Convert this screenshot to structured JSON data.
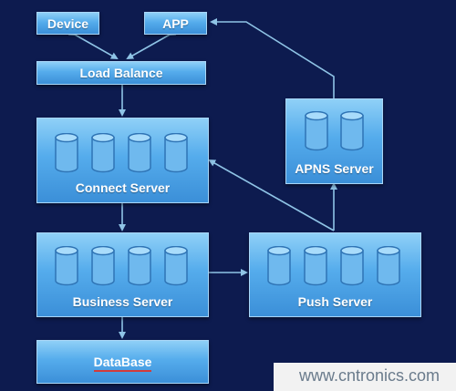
{
  "nodes": {
    "device": "Device",
    "app": "APP",
    "load_balance": "Load Balance",
    "connect_server": "Connect Server",
    "apns_server": "APNS Server",
    "business_server": "Business Server",
    "push_server": "Push Server",
    "database": "DataBase"
  },
  "watermark": "www.cntronics.com",
  "colors": {
    "background": "#0d1b4f",
    "box_fill": "#55acec",
    "arrow": "#8fc4e6"
  }
}
